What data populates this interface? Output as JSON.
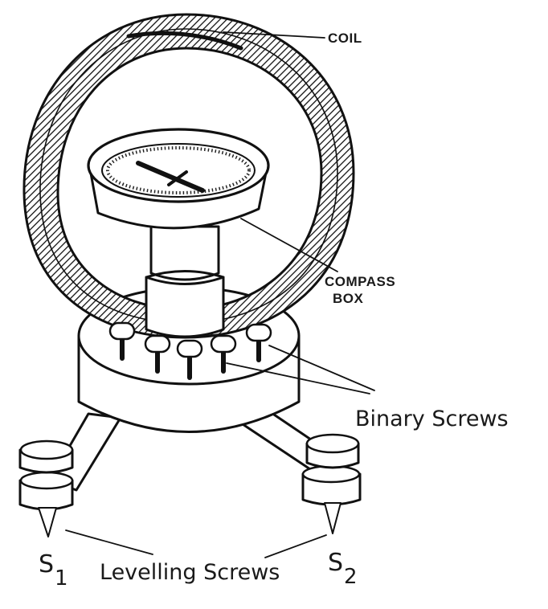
{
  "diagram": {
    "labels": {
      "coil": "COIL",
      "compass_line1": "COMPASS",
      "compass_line2": "BOX",
      "binary_screws": "Binary Screws",
      "levelling_screws": "Levelling Screws",
      "s1_letter": "S",
      "s1_sub": "1",
      "s2_letter": "S",
      "s2_sub": "2"
    }
  }
}
